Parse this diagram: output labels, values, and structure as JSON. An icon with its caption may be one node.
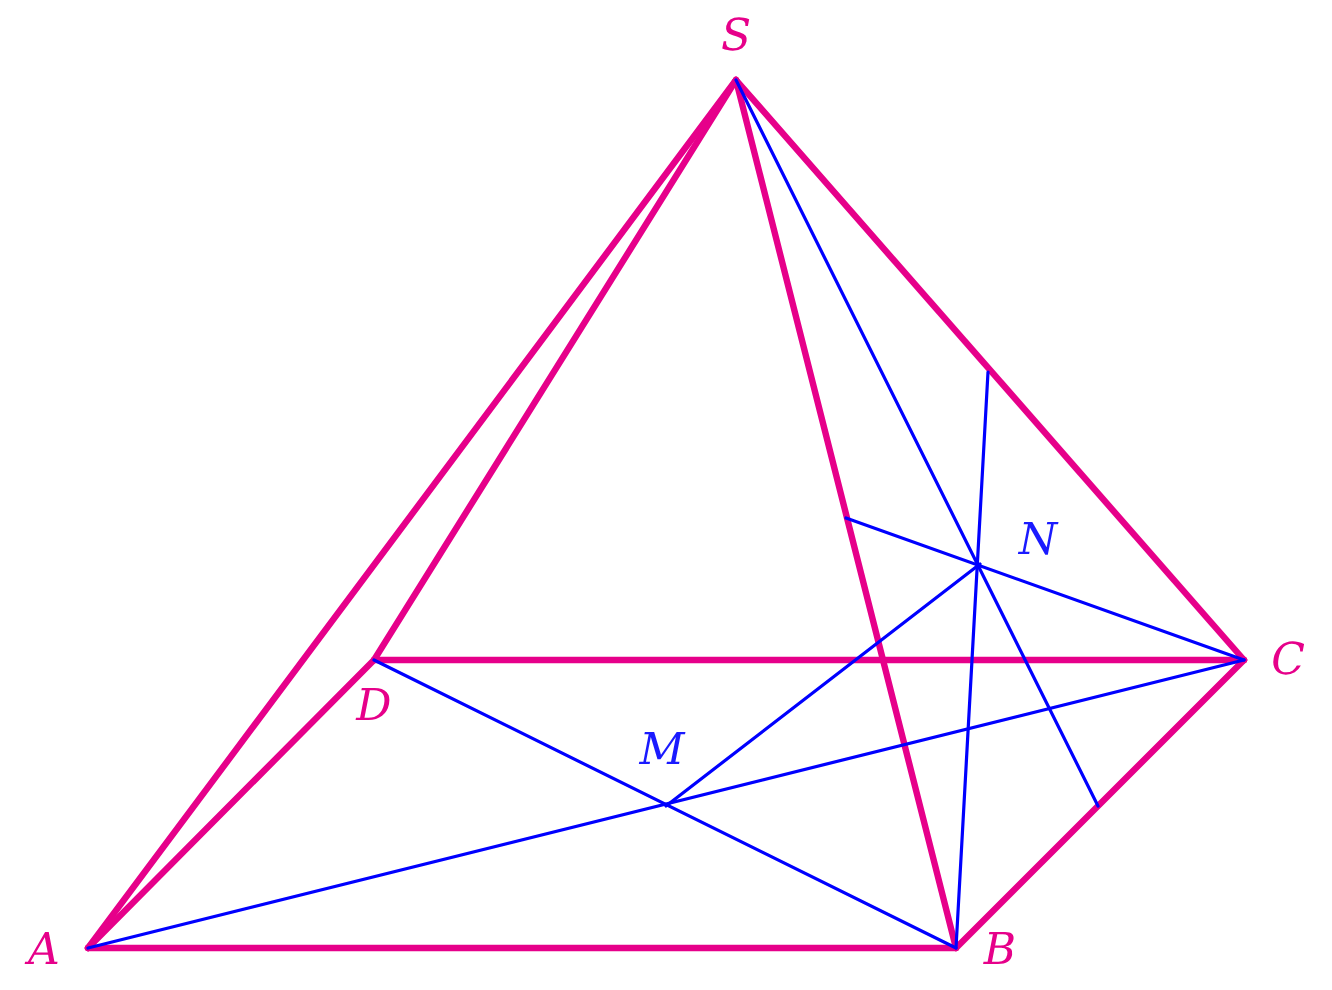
{
  "diagram": {
    "nodes": [
      {
        "text": [
          "S"
        ]
      },
      {
        "text": [
          "A"
        ]
      },
      {
        "text": [
          "B"
        ]
      },
      {
        "text": [
          "C"
        ]
      },
      {
        "text": [
          "D"
        ]
      },
      {
        "text": [
          "M"
        ]
      },
      {
        "text": [
          "N"
        ]
      }
    ],
    "edges": [
      {
        "from": 0,
        "to": 1,
        "arrow": "none"
      },
      {
        "from": 0,
        "to": 2,
        "arrow": "none"
      },
      {
        "from": 0,
        "to": 3,
        "arrow": "none"
      },
      {
        "from": 0,
        "to": 4,
        "arrow": "none"
      },
      {
        "from": 1,
        "to": 2,
        "arrow": "none"
      },
      {
        "from": 2,
        "to": 3,
        "arrow": "none"
      },
      {
        "from": 4,
        "to": 3,
        "arrow": "none"
      },
      {
        "from": 1,
        "to": 4,
        "arrow": "none"
      },
      {
        "from": 1,
        "to": 3,
        "arrow": "none",
        "color": "#0000ff"
      },
      {
        "from": 4,
        "to": 2,
        "arrow": "none",
        "color": "#0000ff"
      },
      {
        "from": 5,
        "to": 6,
        "arrow": "none",
        "color": "#0000ff"
      },
      {
        "from": null,
        "to": 3,
        "arrow": "none",
        "color": "#0000ff"
      },
      {
        "from": 0,
        "to": null,
        "arrow": "none",
        "color": "#0000ff"
      },
      {
        "from": null,
        "to": 2,
        "arrow": "none",
        "color": "#0000ff"
      }
    ]
  }
}
